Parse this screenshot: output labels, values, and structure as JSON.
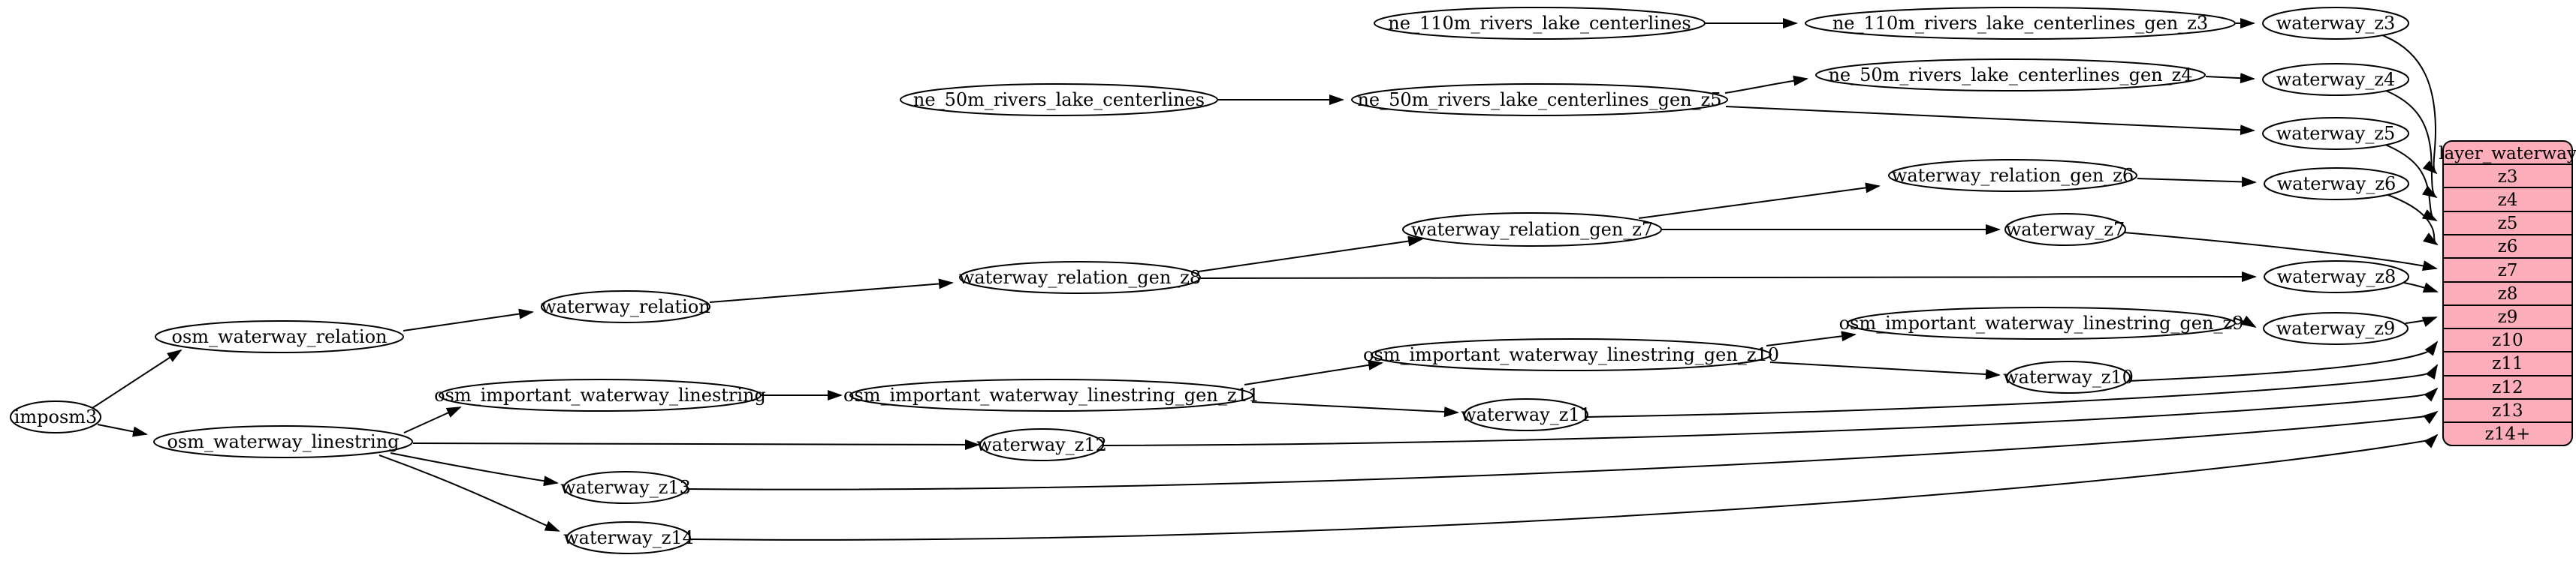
{
  "diagram": {
    "type": "etl-flow-graph",
    "background": "#ffffff",
    "edge_color": "#000000"
  },
  "colors": {
    "node_fill": "#ffffff",
    "node_stroke": "#000000",
    "table_fill": "#fbaeb9",
    "table_stroke": "#000000"
  },
  "nodes": {
    "imposm3": {
      "label": "imposm3"
    },
    "osm_waterway_relation": {
      "label": "osm_waterway_relation"
    },
    "osm_waterway_linestring": {
      "label": "osm_waterway_linestring"
    },
    "waterway_relation": {
      "label": "waterway_relation"
    },
    "waterway_relation_gen_z8": {
      "label": "waterway_relation_gen_z8"
    },
    "waterway_relation_gen_z7": {
      "label": "waterway_relation_gen_z7"
    },
    "waterway_relation_gen_z6": {
      "label": "waterway_relation_gen_z6"
    },
    "osm_important_waterway_linestring": {
      "label": "osm_important_waterway_linestring"
    },
    "osm_important_waterway_linestring_gen_z11": {
      "label": "osm_important_waterway_linestring_gen_z11"
    },
    "osm_important_waterway_linestring_gen_z10": {
      "label": "osm_important_waterway_linestring_gen_z10"
    },
    "osm_important_waterway_linestring_gen_z9": {
      "label": "osm_important_waterway_linestring_gen_z9"
    },
    "ne_110m_rivers_lake_centerlines": {
      "label": "ne_110m_rivers_lake_centerlines"
    },
    "ne_110m_rivers_lake_centerlines_gen_z3": {
      "label": "ne_110m_rivers_lake_centerlines_gen_z3"
    },
    "ne_50m_rivers_lake_centerlines": {
      "label": "ne_50m_rivers_lake_centerlines"
    },
    "ne_50m_rivers_lake_centerlines_gen_z5": {
      "label": "ne_50m_rivers_lake_centerlines_gen_z5"
    },
    "ne_50m_rivers_lake_centerlines_gen_z4": {
      "label": "ne_50m_rivers_lake_centerlines_gen_z4"
    },
    "waterway_z3": {
      "label": "waterway_z3"
    },
    "waterway_z4": {
      "label": "waterway_z4"
    },
    "waterway_z5": {
      "label": "waterway_z5"
    },
    "waterway_z6": {
      "label": "waterway_z6"
    },
    "waterway_z7": {
      "label": "waterway_z7"
    },
    "waterway_z8": {
      "label": "waterway_z8"
    },
    "waterway_z9": {
      "label": "waterway_z9"
    },
    "waterway_z10": {
      "label": "waterway_z10"
    },
    "waterway_z11": {
      "label": "waterway_z11"
    },
    "waterway_z12": {
      "label": "waterway_z12"
    },
    "waterway_z13": {
      "label": "waterway_z13"
    },
    "waterway_z14": {
      "label": "waterway_z14"
    }
  },
  "table": {
    "header": "layer_waterway",
    "rows": [
      "z3",
      "z4",
      "z5",
      "z6",
      "z7",
      "z8",
      "z9",
      "z10",
      "z11",
      "z12",
      "z13",
      "z14+"
    ]
  },
  "edges": [
    [
      "imposm3",
      "osm_waterway_relation"
    ],
    [
      "imposm3",
      "osm_waterway_linestring"
    ],
    [
      "osm_waterway_relation",
      "waterway_relation"
    ],
    [
      "waterway_relation",
      "waterway_relation_gen_z8"
    ],
    [
      "waterway_relation_gen_z8",
      "waterway_relation_gen_z7"
    ],
    [
      "waterway_relation_gen_z8",
      "waterway_z8"
    ],
    [
      "waterway_relation_gen_z7",
      "waterway_relation_gen_z6"
    ],
    [
      "waterway_relation_gen_z7",
      "waterway_z7"
    ],
    [
      "waterway_relation_gen_z6",
      "waterway_z6"
    ],
    [
      "osm_waterway_linestring",
      "osm_important_waterway_linestring"
    ],
    [
      "osm_waterway_linestring",
      "waterway_z12"
    ],
    [
      "osm_waterway_linestring",
      "waterway_z13"
    ],
    [
      "osm_waterway_linestring",
      "waterway_z14"
    ],
    [
      "osm_important_waterway_linestring",
      "osm_important_waterway_linestring_gen_z11"
    ],
    [
      "osm_important_waterway_linestring_gen_z11",
      "osm_important_waterway_linestring_gen_z10"
    ],
    [
      "osm_important_waterway_linestring_gen_z11",
      "waterway_z11"
    ],
    [
      "osm_important_waterway_linestring_gen_z10",
      "osm_important_waterway_linestring_gen_z9"
    ],
    [
      "osm_important_waterway_linestring_gen_z10",
      "waterway_z10"
    ],
    [
      "osm_important_waterway_linestring_gen_z9",
      "waterway_z9"
    ],
    [
      "ne_110m_rivers_lake_centerlines",
      "ne_110m_rivers_lake_centerlines_gen_z3"
    ],
    [
      "ne_110m_rivers_lake_centerlines_gen_z3",
      "waterway_z3"
    ],
    [
      "ne_50m_rivers_lake_centerlines",
      "ne_50m_rivers_lake_centerlines_gen_z5"
    ],
    [
      "ne_50m_rivers_lake_centerlines_gen_z5",
      "ne_50m_rivers_lake_centerlines_gen_z4"
    ],
    [
      "ne_50m_rivers_lake_centerlines_gen_z5",
      "waterway_z5"
    ],
    [
      "ne_50m_rivers_lake_centerlines_gen_z4",
      "waterway_z4"
    ],
    [
      "waterway_z3",
      "layer_waterway.z3"
    ],
    [
      "waterway_z4",
      "layer_waterway.z4"
    ],
    [
      "waterway_z5",
      "layer_waterway.z5"
    ],
    [
      "waterway_z6",
      "layer_waterway.z6"
    ],
    [
      "waterway_z7",
      "layer_waterway.z7"
    ],
    [
      "waterway_z8",
      "layer_waterway.z8"
    ],
    [
      "waterway_z9",
      "layer_waterway.z9"
    ],
    [
      "waterway_z10",
      "layer_waterway.z10"
    ],
    [
      "waterway_z11",
      "layer_waterway.z11"
    ],
    [
      "waterway_z12",
      "layer_waterway.z12"
    ],
    [
      "waterway_z13",
      "layer_waterway.z13"
    ],
    [
      "waterway_z14",
      "layer_waterway.z14+"
    ]
  ]
}
